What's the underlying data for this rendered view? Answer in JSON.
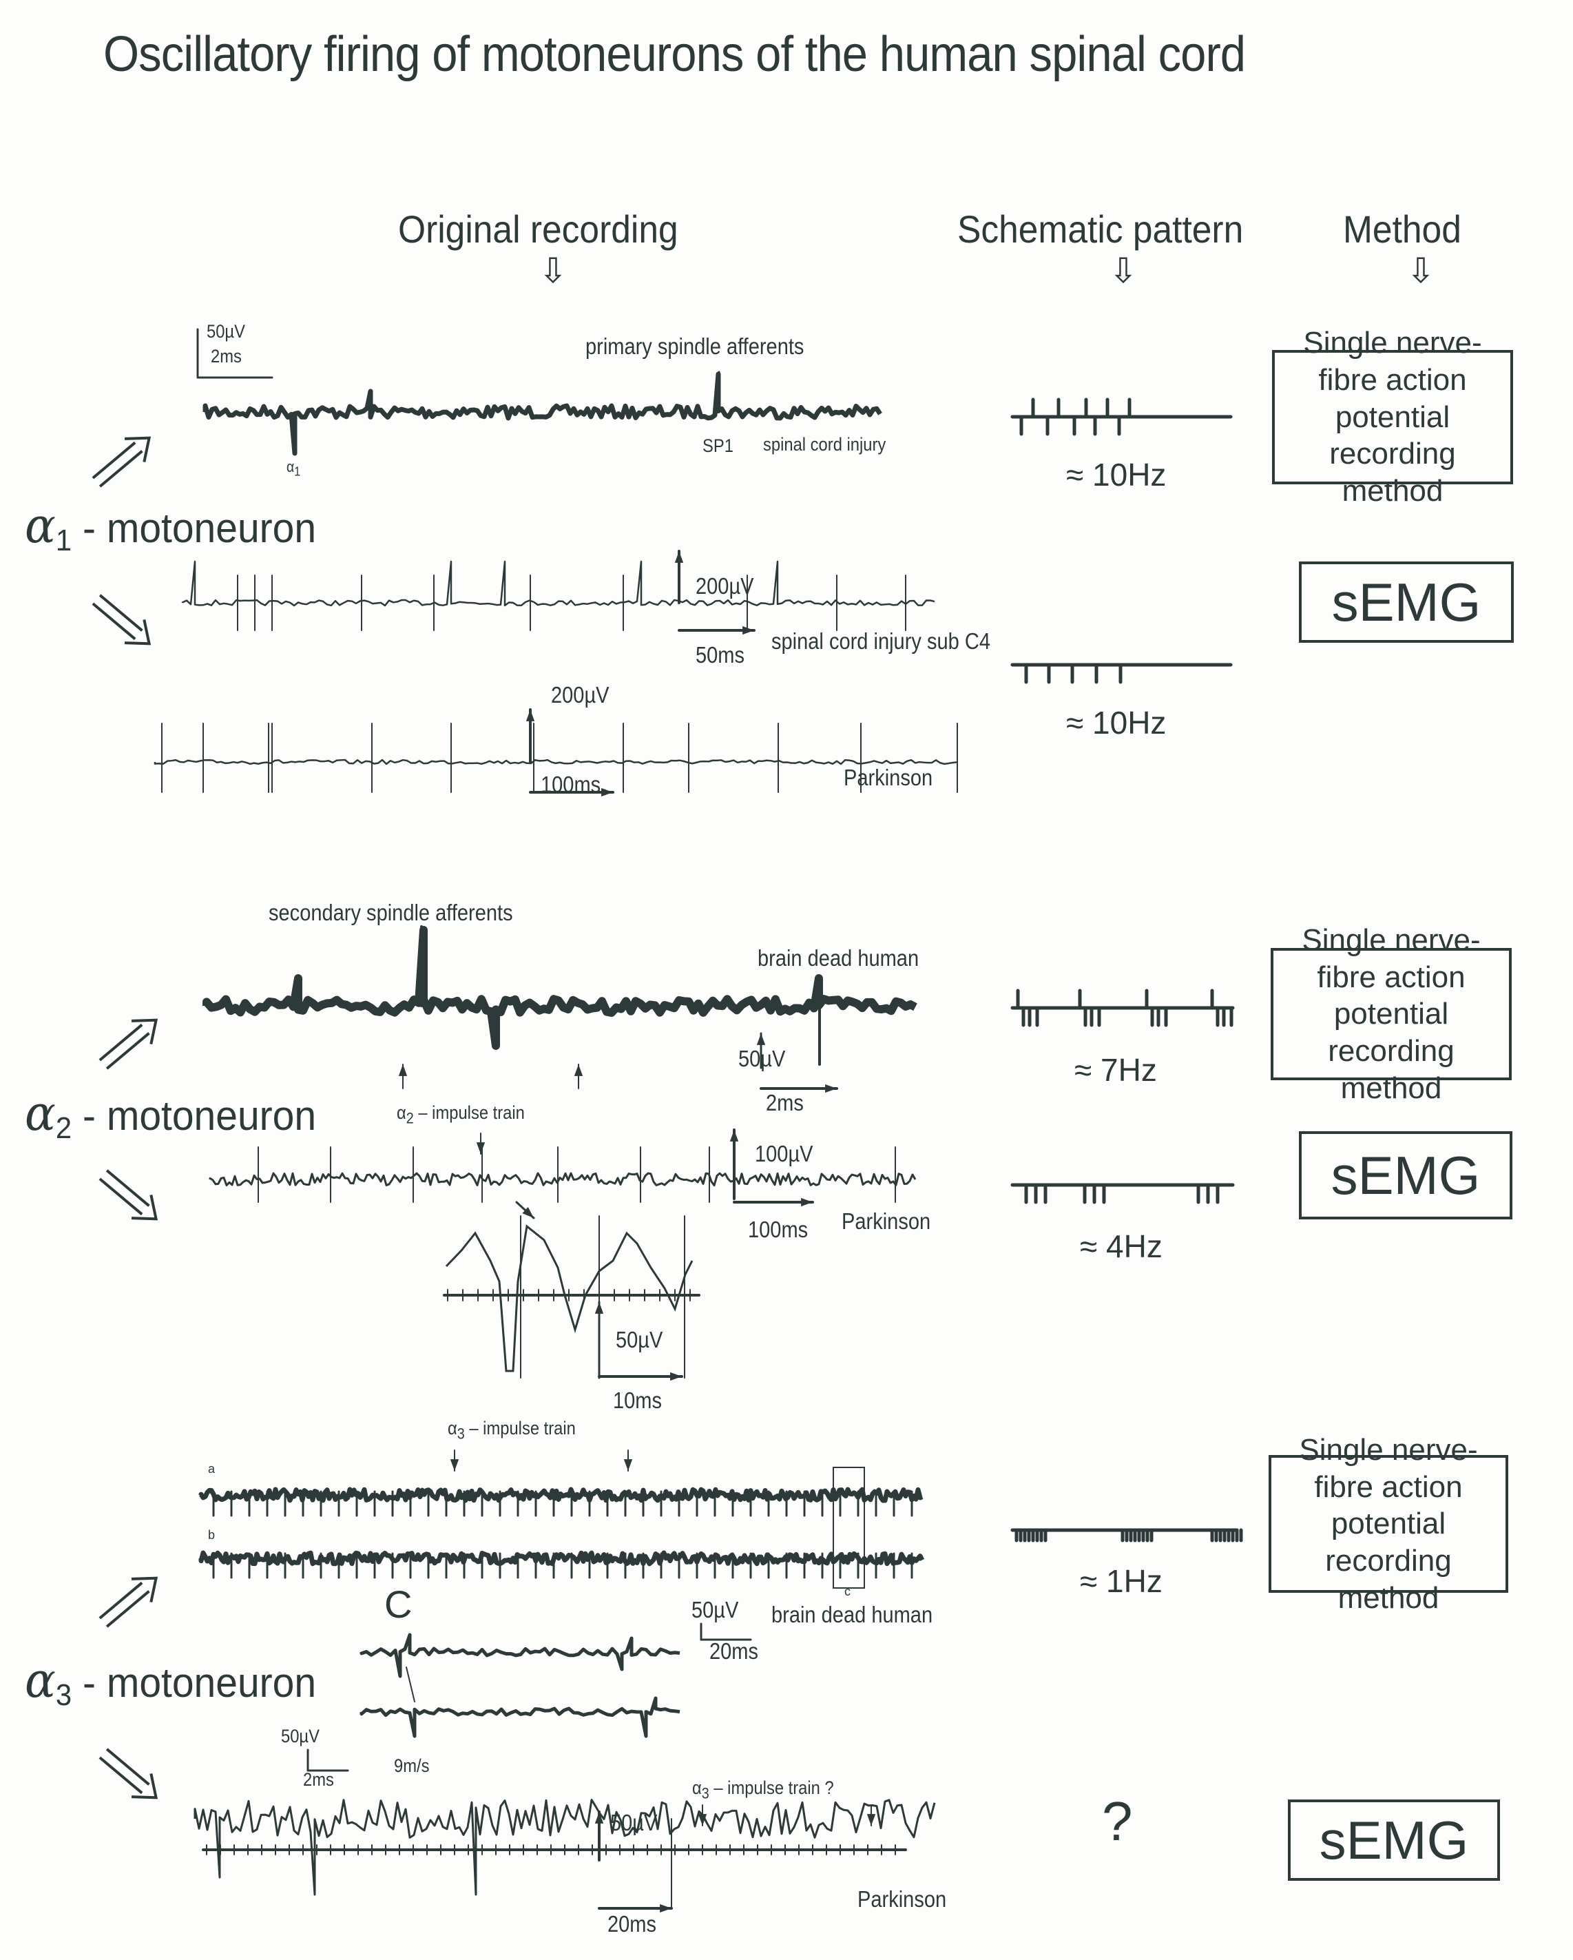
{
  "title": "Oscillatory firing of motoneurons of the human spinal cord",
  "columns": {
    "original": "Original recording",
    "schematic": "Schematic pattern",
    "method": "Method",
    "down_arrow_icon": "⇩"
  },
  "alpha_symbol": "α",
  "sections": [
    {
      "id": "alpha1",
      "neuron_sub": "1",
      "neuron_label": "- motoneuron",
      "recordings": [
        {
          "kind": "single-fibre",
          "scale_v": "50µV",
          "scale_t": "2ms",
          "annotations": [
            "primary spindle afferents",
            "SP1",
            "spinal cord injury"
          ],
          "spike_label_sub": "1"
        },
        {
          "kind": "sEMG",
          "scale_v": "200µV",
          "scale_t": "50ms",
          "condition": "spinal cord injury sub C4"
        },
        {
          "kind": "sEMG",
          "scale_v": "200µV",
          "scale_t": "100ms",
          "condition": "Parkinson"
        }
      ],
      "schematics": [
        {
          "frequency": "≈ 10Hz",
          "pattern": "alternating single spikes",
          "spike_groups": 5,
          "spikes_per_group": 1
        },
        {
          "frequency": "≈ 10Hz",
          "pattern": "single spikes",
          "spike_groups": 5,
          "spikes_per_group": 1
        }
      ],
      "methods": [
        "Single nerve-fibre action potential recording method",
        "sEMG"
      ]
    },
    {
      "id": "alpha2",
      "neuron_sub": "2",
      "neuron_label": "- motoneuron",
      "recordings": [
        {
          "kind": "single-fibre",
          "scale_v": "50µV",
          "scale_t": "2ms",
          "annotations": [
            "secondary spindle afferents",
            "brain dead human"
          ],
          "train_label": "– impulse train",
          "train_sub": "2"
        },
        {
          "kind": "sEMG",
          "scale_v": "100µV",
          "scale_t": "100ms",
          "condition": "Parkinson"
        },
        {
          "kind": "sEMG-zoom",
          "scale_v": "50µV",
          "scale_t": "10ms"
        }
      ],
      "schematics": [
        {
          "frequency": "≈ 7Hz",
          "pattern": "spike + triplet groups",
          "spike_groups": 4,
          "spikes_per_group": 3
        },
        {
          "frequency": "≈ 4Hz",
          "pattern": "triplet groups",
          "spike_groups": 3,
          "spikes_per_group": 3
        }
      ],
      "methods": [
        "Single nerve-fibre action potential recording method",
        "sEMG"
      ]
    },
    {
      "id": "alpha3",
      "neuron_sub": "3",
      "neuron_label": "- motoneuron",
      "recordings": [
        {
          "kind": "single-fibre",
          "train_label": "– impulse train",
          "train_sub": "3",
          "trace_labels": [
            "a",
            "b",
            "c"
          ],
          "scale_v": "50µV",
          "scale_t": "20ms",
          "condition": "brain dead human",
          "inset_label": "C",
          "inset_scale_v": "50µV",
          "inset_scale_t": "2ms",
          "velocity": "9m/s"
        },
        {
          "kind": "sEMG",
          "train_label": "– impulse train ?",
          "train_sub": "3",
          "scale_v": "50µV",
          "scale_t": "20ms",
          "condition": "Parkinson"
        }
      ],
      "schematics": [
        {
          "frequency": "≈ 1Hz",
          "pattern": "bursts of ~8 spikes",
          "spike_groups": 3,
          "spikes_per_group": 8
        },
        {
          "frequency": "?",
          "pattern": "unknown"
        }
      ],
      "methods": [
        "Single nerve-fibre action potential recording method",
        "sEMG"
      ]
    }
  ],
  "colors": {
    "ink": "#2e3a3a",
    "paper": "#fdfdfc"
  }
}
